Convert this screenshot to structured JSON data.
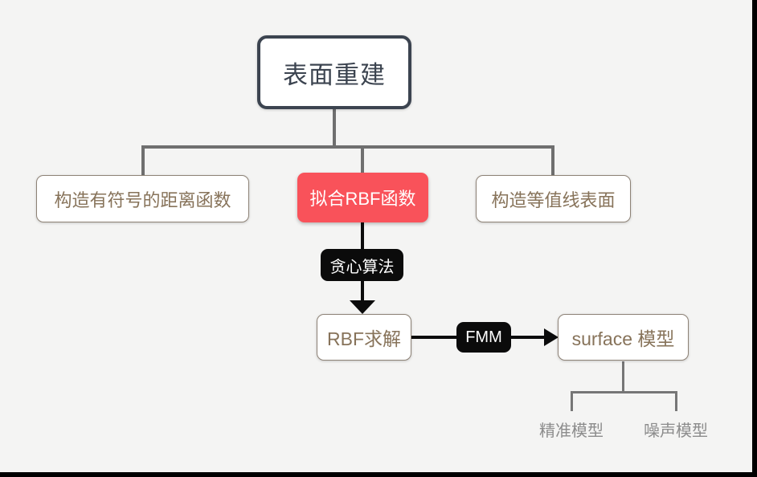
{
  "colors": {
    "background": "#f4f4f3",
    "root_accent": "#3c4450",
    "connector_gray": "#6f6f6f",
    "highlight_red": "#f9525a",
    "edge_black": "#0b0b0b",
    "secondary_text_brown": "#87735a",
    "leaf_text_gray": "#8c8c8c",
    "frame_black": "#000000"
  },
  "nodes": {
    "root": {
      "label": "表面重建"
    },
    "signed_distance": {
      "label": "构造有符号的距离函数"
    },
    "fit_rbf": {
      "label": "拟合RBF函数"
    },
    "isosurface": {
      "label": "构造等值线表面"
    },
    "rbf_solve": {
      "label": "RBF求解"
    },
    "surface_model": {
      "label": "surface 模型"
    },
    "precise_model": {
      "label": "精准模型"
    },
    "noise_model": {
      "label": "噪声模型"
    }
  },
  "edge_labels": {
    "greedy": {
      "label": "贪心算法"
    },
    "fmm": {
      "label": "FMM"
    }
  }
}
